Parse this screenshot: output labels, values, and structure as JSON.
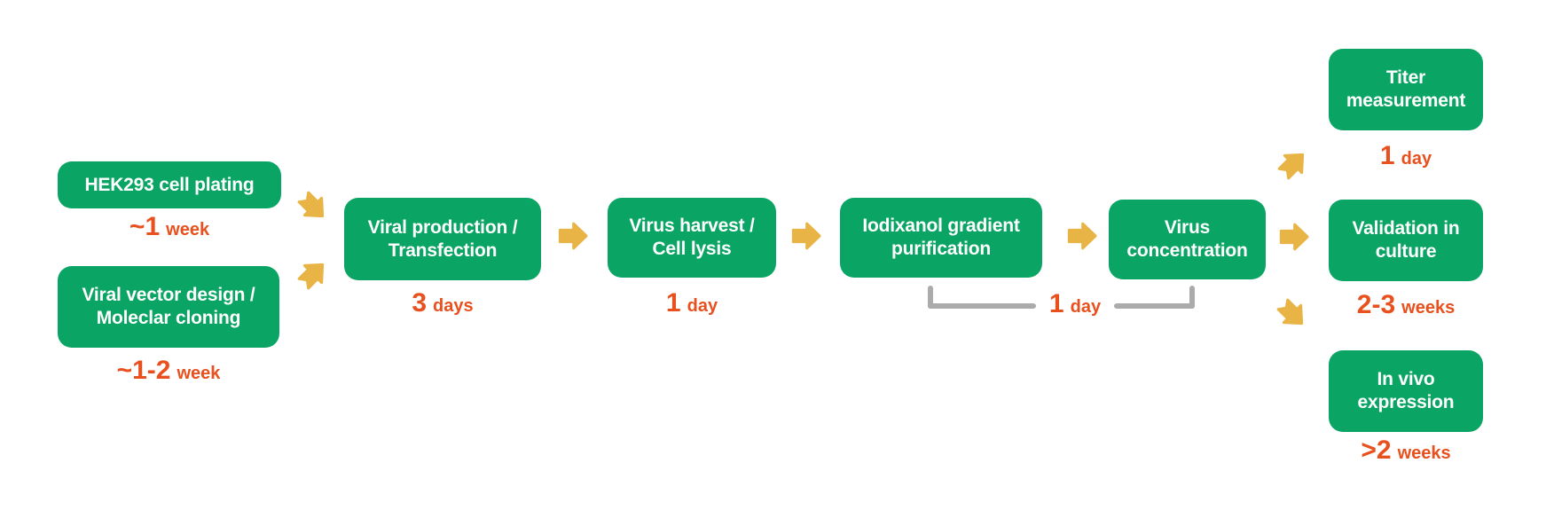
{
  "palette": {
    "green": "#0aa564",
    "arrow": "#e9b446",
    "duration": "#e8501e",
    "bracket": "#ababab",
    "boxtext": "#ffffff",
    "background": "#ffffff"
  },
  "nodes": [
    {
      "id": "hek293-cell-plating",
      "lines": [
        "HEK293 cell plating"
      ],
      "duration": {
        "value": "~1",
        "unit": "week"
      }
    },
    {
      "id": "viral-vector-design",
      "lines": [
        "Viral vector design /",
        "Moleclar cloning"
      ],
      "duration": {
        "value": "~1-2",
        "unit": "week"
      }
    },
    {
      "id": "viral-production",
      "lines": [
        "Viral production /",
        "Transfection"
      ],
      "duration": {
        "value": "3",
        "unit": "days"
      }
    },
    {
      "id": "virus-harvest",
      "lines": [
        "Virus harvest /",
        "Cell lysis"
      ],
      "duration": {
        "value": "1",
        "unit": "day"
      }
    },
    {
      "id": "iodixanol-purification",
      "lines": [
        "Iodixanol gradient",
        "purification"
      ]
    },
    {
      "id": "virus-concentration",
      "lines": [
        "Virus",
        "concentration"
      ]
    },
    {
      "id": "titer-measurement",
      "lines": [
        "Titer",
        "measurement"
      ],
      "duration": {
        "value": "1",
        "unit": "day"
      }
    },
    {
      "id": "validation-in-culture",
      "lines": [
        "Validation in",
        "culture"
      ],
      "duration": {
        "value": "2-3",
        "unit": "weeks"
      }
    },
    {
      "id": "in-vivo-expression",
      "lines": [
        "In vivo",
        "expression"
      ],
      "duration": {
        "value": ">2",
        "unit": "weeks"
      }
    }
  ],
  "bracket": {
    "spans": [
      "iodixanol-purification",
      "virus-concentration"
    ],
    "duration": {
      "value": "1",
      "unit": "day"
    }
  },
  "edges": [
    {
      "from": "hek293-cell-plating",
      "to": "viral-production",
      "arrow": "down-right"
    },
    {
      "from": "viral-vector-design",
      "to": "viral-production",
      "arrow": "up-right"
    },
    {
      "from": "viral-production",
      "to": "virus-harvest",
      "arrow": "right"
    },
    {
      "from": "virus-harvest",
      "to": "iodixanol-purification",
      "arrow": "right"
    },
    {
      "from": "iodixanol-purification",
      "to": "virus-concentration",
      "arrow": "right"
    },
    {
      "from": "virus-concentration",
      "to": "titer-measurement",
      "arrow": "up-right"
    },
    {
      "from": "virus-concentration",
      "to": "validation-in-culture",
      "arrow": "right"
    },
    {
      "from": "virus-concentration",
      "to": "in-vivo-expression",
      "arrow": "down-right"
    }
  ],
  "icons": {
    "arrow_right": "fat-arrow-right",
    "arrow_up_right": "fat-arrow-up-right-notched",
    "arrow_down_right": "fat-arrow-down-right-notched"
  }
}
